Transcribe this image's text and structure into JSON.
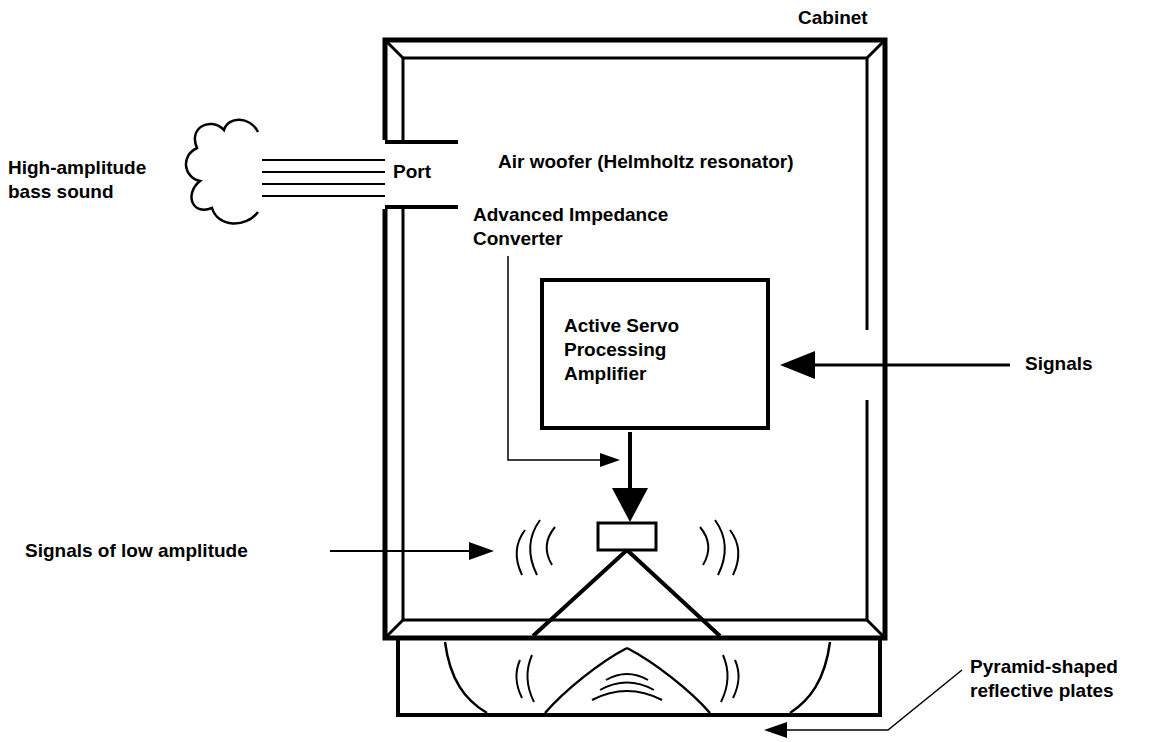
{
  "diagram": {
    "nodes": [
      {
        "text": [
          "Cabinet"
        ]
      },
      {
        "text": [
          "Active Servo Processing Amplifier"
        ],
        "in": 0
      }
    ],
    "labels": [
      "High-amplitude bass sound",
      "Port",
      "Air woofer (Helmholtz resonator)",
      "Advanced Impedance Converter",
      "Signals",
      "Signals of low amplitude",
      "Pyramid-shaped reflective plates"
    ]
  }
}
